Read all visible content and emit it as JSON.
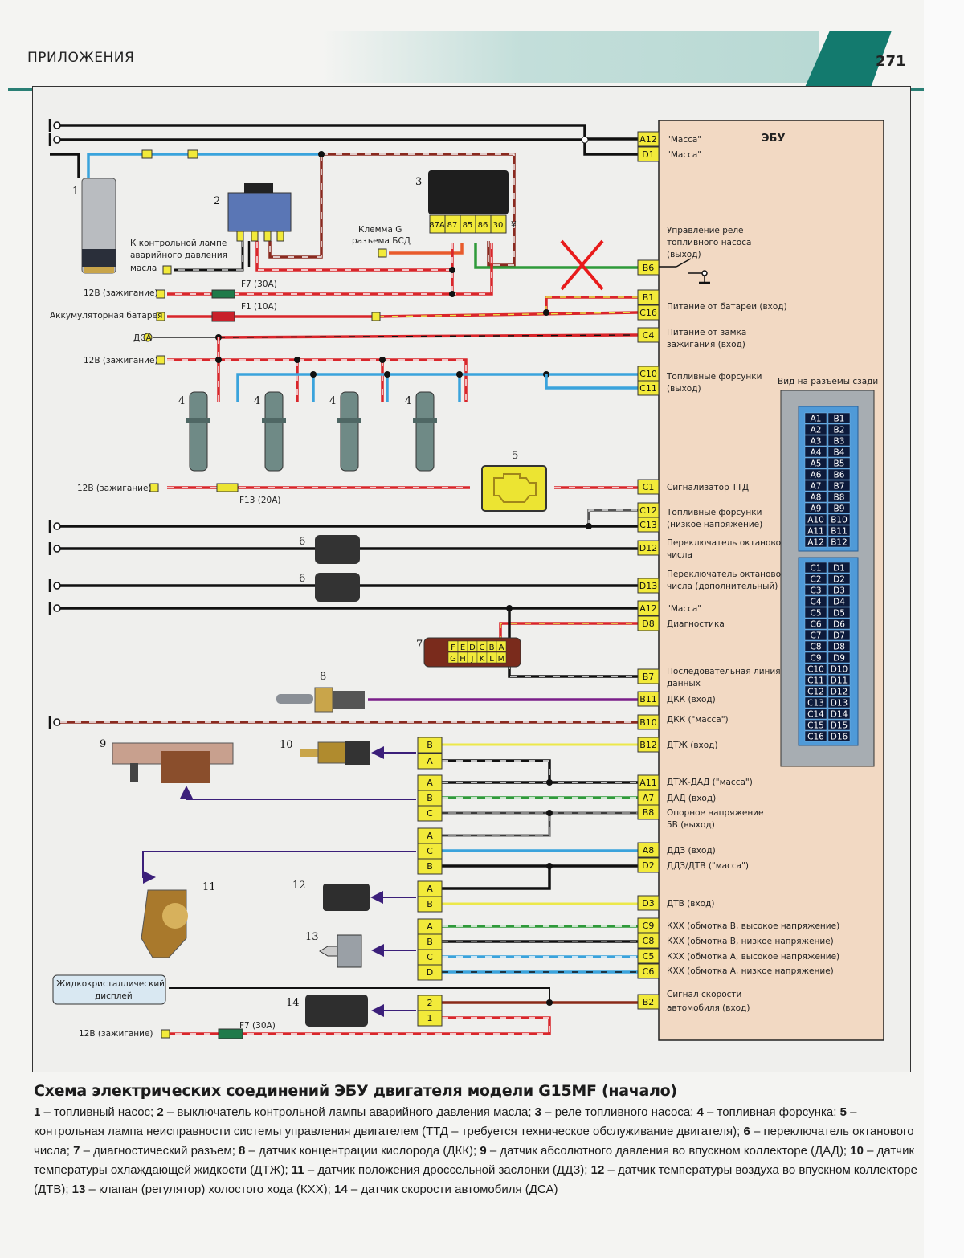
{
  "header": {
    "section_title": "ПРИЛОЖЕНИЯ",
    "page_number": "271"
  },
  "ecu": {
    "title": "ЭБУ",
    "pins": [
      {
        "pin": "A12",
        "label": "\"Масса\""
      },
      {
        "pin": "D1",
        "label": "\"Масса\""
      },
      {
        "pin": "B6",
        "label": "Управление реле топливного насоса (выход)"
      },
      {
        "pin": "B1",
        "label": ""
      },
      {
        "pin": "C16",
        "label": "Питание от батареи (вход)"
      },
      {
        "pin": "C4",
        "label": "Питание от замка зажигания (вход)"
      },
      {
        "pin": "C10",
        "label": "Топливные форсунки (выход)"
      },
      {
        "pin": "C11",
        "label": ""
      },
      {
        "pin": "C1",
        "label": "Сигнализатор ТТД"
      },
      {
        "pin": "C12",
        "label": "Топливные форсунки (низкое напряжение)"
      },
      {
        "pin": "C13",
        "label": ""
      },
      {
        "pin": "D12",
        "label": "Переключатель октанового числа"
      },
      {
        "pin": "D13",
        "label": "Переключатель октанового числа (дополнительный)"
      },
      {
        "pin": "A12",
        "label": "\"Масса\""
      },
      {
        "pin": "D8",
        "label": "Диагностика"
      },
      {
        "pin": "B7",
        "label": "Последовательная линия данных"
      },
      {
        "pin": "B11",
        "label": "ДКК (вход)"
      },
      {
        "pin": "B10",
        "label": "ДКК (\"масса\")"
      },
      {
        "pin": "B12",
        "label": "ДТЖ (вход)"
      },
      {
        "pin": "A11",
        "label": "ДТЖ-ДАД (\"масса\")"
      },
      {
        "pin": "A7",
        "label": "ДАД (вход)"
      },
      {
        "pin": "B8",
        "label": "Опорное напряжение 5В (выход)"
      },
      {
        "pin": "A8",
        "label": "ДДЗ (вход)"
      },
      {
        "pin": "D2",
        "label": "ДДЗ/ДТВ (\"масса\")"
      },
      {
        "pin": "D3",
        "label": "ДТВ (вход)"
      },
      {
        "pin": "C9",
        "label": "КХХ (обмотка В, высокое напряжение)"
      },
      {
        "pin": "C8",
        "label": "КХХ (обмотка В, низкое напряжение)"
      },
      {
        "pin": "C5",
        "label": "КХХ (обмотка А, высокое напряжение)"
      },
      {
        "pin": "C6",
        "label": "КХХ (обмотка А, низкое напряжение)"
      },
      {
        "pin": "B2",
        "label": "Сигнал скорости автомобиля (вход)"
      }
    ]
  },
  "connector_view": {
    "title": "Вид на разъемы сзади",
    "block_ab": {
      "left": [
        "A1",
        "A2",
        "A3",
        "A4",
        "A5",
        "A6",
        "A7",
        "A8",
        "A9",
        "A10",
        "A11",
        "A12"
      ],
      "right": [
        "B1",
        "B2",
        "B3",
        "B4",
        "B5",
        "B6",
        "B7",
        "B8",
        "B9",
        "B10",
        "B11",
        "B12"
      ]
    },
    "block_cd": {
      "left": [
        "C1",
        "C2",
        "C3",
        "C4",
        "C5",
        "C6",
        "C7",
        "C8",
        "C9",
        "C10",
        "C11",
        "C12",
        "C13",
        "C14",
        "C15",
        "C16"
      ],
      "right": [
        "D1",
        "D2",
        "D3",
        "D4",
        "D5",
        "D6",
        "D7",
        "D8",
        "D9",
        "D10",
        "D11",
        "D12",
        "D13",
        "D14",
        "D15",
        "D16"
      ]
    }
  },
  "components": {
    "c1": "1",
    "c2": "2",
    "c3": "3",
    "c4": "4",
    "c5": "5",
    "c6": "6",
    "c7": "7",
    "c8": "8",
    "c9": "9",
    "c10": "10",
    "c11": "11",
    "c12": "12",
    "c13": "13",
    "c14": "14"
  },
  "relay_pins": [
    "87A",
    "87",
    "85",
    "86",
    "30"
  ],
  "diag_connector": {
    "top": [
      "F",
      "E",
      "D",
      "C",
      "B",
      "A"
    ],
    "bottom": [
      "G",
      "H",
      "J",
      "K",
      "L",
      "M"
    ]
  },
  "sensor_pins": {
    "s10": [
      "B",
      "A"
    ],
    "s9": [
      "A",
      "B",
      "C"
    ],
    "s11": [
      "A",
      "C",
      "B"
    ],
    "s12": [
      "A",
      "B"
    ],
    "s13": [
      "A",
      "B",
      "C",
      "D"
    ],
    "s14": [
      "2",
      "1"
    ]
  },
  "labels": {
    "oil_lamp": "К контрольной лампе аварийного давления масла",
    "klemma_g": "Клемма G разъема БСД",
    "ign_12v": "12В (зажигание)",
    "battery": "Аккумуляторная батарея",
    "dsa": "ДСА",
    "fuse_f7": "F7 (30A)",
    "fuse_f1": "F1 (10A)",
    "fuse_f13": "F13 (20A)",
    "lcd": "Жидкокристаллический дисплей"
  },
  "caption": {
    "title": "Схема электрических соединений ЭБУ двигателя модели G15MF (начало)",
    "items": [
      {
        "n": "1",
        "text": "топливный насос;"
      },
      {
        "n": "2",
        "text": "выключатель контрольной лампы аварийного давления масла;"
      },
      {
        "n": "3",
        "text": "реле топливного насоса;"
      },
      {
        "n": "4",
        "text": "топливная форсунка;"
      },
      {
        "n": "5",
        "text": "контрольная лампа неисправности системы управления двигателем (ТТД – требуется техническое обслуживание двигателя);"
      },
      {
        "n": "6",
        "text": "переключатель октанового числа;"
      },
      {
        "n": "7",
        "text": "диагностический разъем;"
      },
      {
        "n": "8",
        "text": "датчик концентрации кислорода (ДКК);"
      },
      {
        "n": "9",
        "text": "датчик абсолютного давления во впускном коллекторе (ДАД);"
      },
      {
        "n": "10",
        "text": "датчик температуры охлаждающей жидкости (ДТЖ);"
      },
      {
        "n": "11",
        "text": "датчик положения дроссельной заслонки (ДДЗ);"
      },
      {
        "n": "12",
        "text": "датчик температуры воздуха во впускном коллекторе (ДТВ);"
      },
      {
        "n": "13",
        "text": "клапан (регулятор) холостого хода (КХХ);"
      },
      {
        "n": "14",
        "text": "датчик скорости автомобиля (ДСА)"
      }
    ]
  },
  "colors": {
    "accent_teal": "#137a6e",
    "ecu_bg": "#f2d9c3",
    "pin_yellow": "#f2ea3a",
    "wire_red": "#d9262b",
    "wire_blue": "#3aa3dc",
    "wire_green": "#2f9a3a",
    "wire_purple": "#7a1f8a",
    "wire_yellow": "#ece84a",
    "cross_red": "#e81b1b"
  }
}
